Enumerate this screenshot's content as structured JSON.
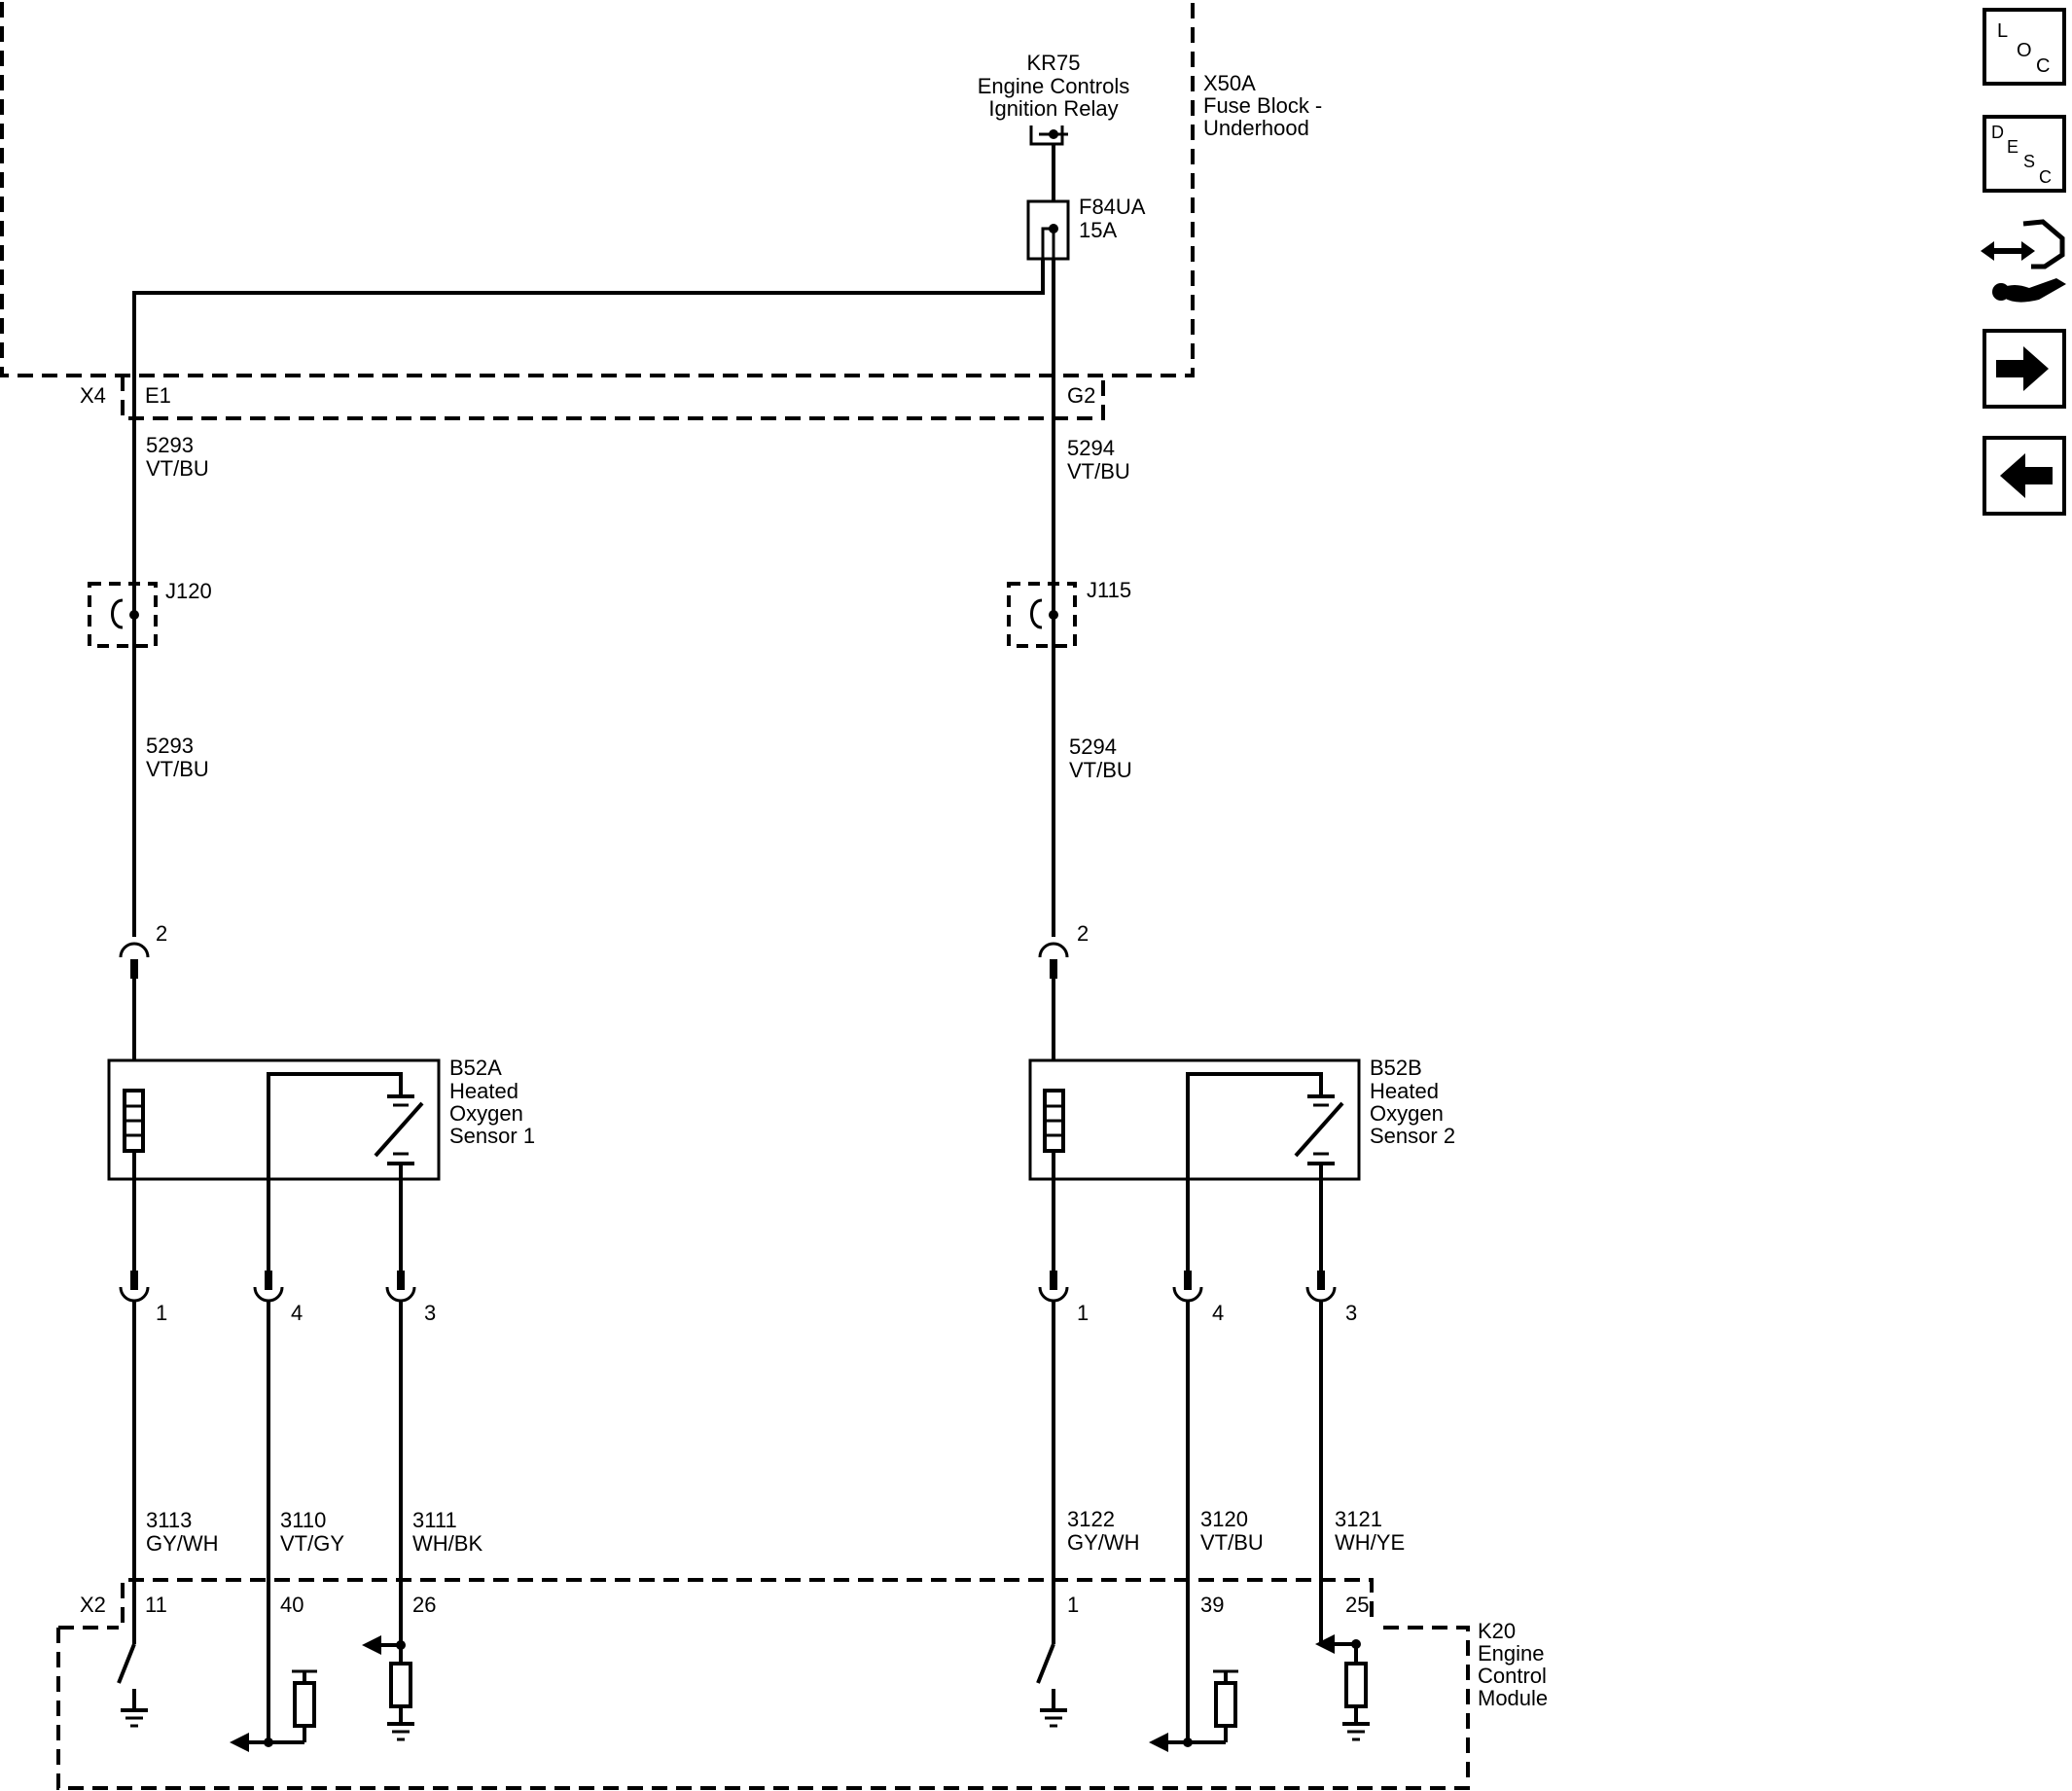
{
  "fuse_block": {
    "id": "X50A",
    "name_line1": "Fuse Block -",
    "name_line2": "Underhood"
  },
  "relay": {
    "id": "KR75",
    "name_line1": "Engine Controls",
    "name_line2": "Ignition Relay"
  },
  "fuse": {
    "id": "F84UA",
    "rating": "15A"
  },
  "upper_connector": {
    "id": "X4",
    "pin_left": "E1",
    "pin_right": "G2"
  },
  "left_circuit": {
    "upper_wire": {
      "num": "5293",
      "color": "VT/BU"
    },
    "splice": "J120",
    "lower_wire": {
      "num": "5293",
      "color": "VT/BU"
    },
    "heater_pin": "2",
    "sensor": {
      "id": "B52A",
      "line1": "Heated",
      "line2": "Oxygen",
      "line3": "Sensor 1"
    },
    "pins": [
      "1",
      "4",
      "3"
    ],
    "wires": [
      {
        "num": "3113",
        "color": "GY/WH"
      },
      {
        "num": "3110",
        "color": "VT/GY"
      },
      {
        "num": "3111",
        "color": "WH/BK"
      }
    ],
    "ecm_pins": [
      "11",
      "40",
      "26"
    ]
  },
  "right_circuit": {
    "upper_wire": {
      "num": "5294",
      "color": "VT/BU"
    },
    "splice": "J115",
    "lower_wire": {
      "num": "5294",
      "color": "VT/BU"
    },
    "heater_pin": "2",
    "sensor": {
      "id": "B52B",
      "line1": "Heated",
      "line2": "Oxygen",
      "line3": "Sensor 2"
    },
    "pins": [
      "1",
      "4",
      "3"
    ],
    "wires": [
      {
        "num": "3122",
        "color": "GY/WH"
      },
      {
        "num": "3120",
        "color": "VT/BU"
      },
      {
        "num": "3121",
        "color": "WH/YE"
      }
    ],
    "ecm_pins": [
      "1",
      "39",
      "25"
    ]
  },
  "lower_connector": {
    "id": "X2"
  },
  "ecm": {
    "id": "K20",
    "line1": "Engine",
    "line2": "Control",
    "line3": "Module"
  },
  "nav": {
    "loc_letters": [
      "L",
      "O",
      "C"
    ],
    "desc_letters": [
      "D",
      "E",
      "S",
      "C"
    ],
    "icons": [
      "location-icon",
      "description-icon",
      "connector-view-icon",
      "next-arrow-icon",
      "previous-arrow-icon"
    ]
  }
}
